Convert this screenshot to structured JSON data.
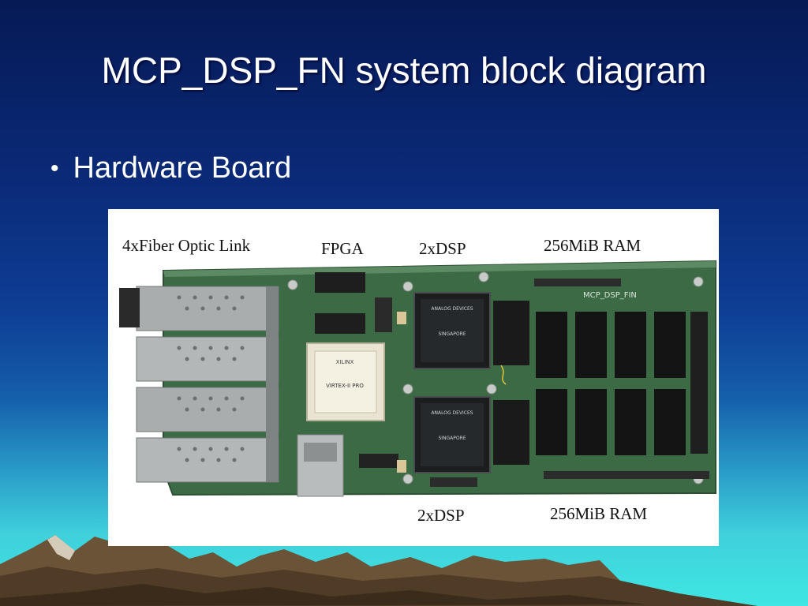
{
  "slide": {
    "title": "MCP_DSP_FN system block diagram",
    "bullets": [
      {
        "marker": "•",
        "text": "Hardware Board"
      }
    ]
  },
  "board_photo": {
    "labels": {
      "fiber": "4xFiber Optic Link",
      "fpga": "FPGA",
      "dsp_top": "2xDSP",
      "ram_top": "256MiB RAM",
      "dsp_bottom": "2xDSP",
      "ram_bottom": "256MiB RAM"
    },
    "silkscreen": "MCP_DSP_FIN",
    "fpga_chip": {
      "brand": "XILINX",
      "model": "VIRTEX-II PRO"
    },
    "dsp_chip": {
      "brand": "ANALOG DEVICES",
      "origin": "SINGAPORE"
    }
  },
  "colors": {
    "pcb_green": "#3c6a45",
    "background_top": "#061a55",
    "background_bottom": "#3fe6e2",
    "mountain_brown": "#6b5337"
  }
}
